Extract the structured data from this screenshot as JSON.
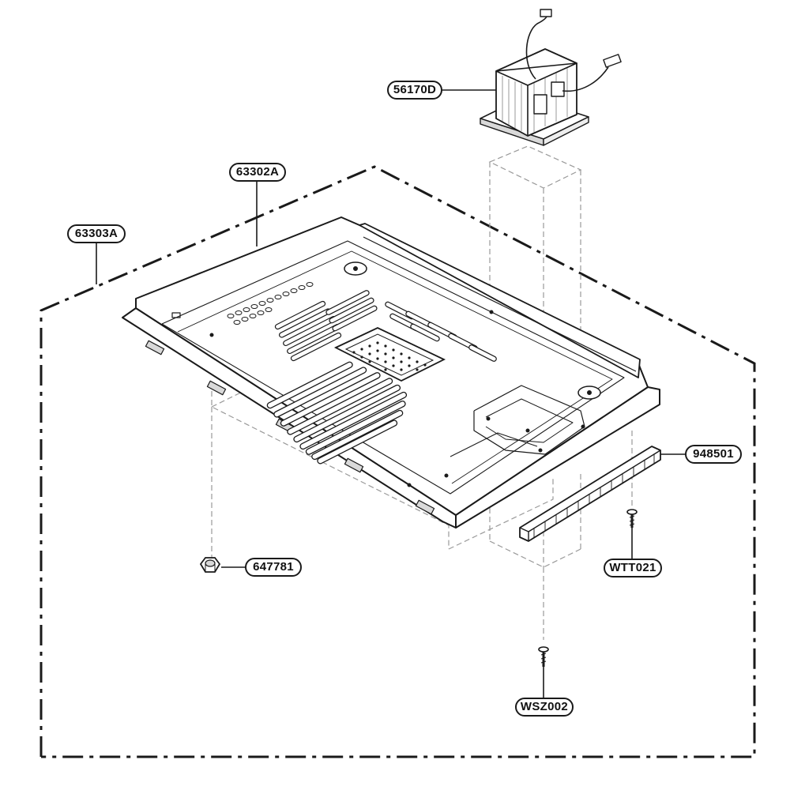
{
  "diagram": {
    "callouts": {
      "transformer": "56170D",
      "base_plate": "63302A",
      "assembly": "63303A",
      "foam_strip": "948501",
      "foot_nut": "647781",
      "screw_upper": "WTT021",
      "screw_lower": "WSZ002"
    },
    "colors": {
      "line": "#1a1a1a",
      "ghost": "#9a9a9a",
      "fill": "#ffffff",
      "shade": "#d9d9d9"
    }
  }
}
